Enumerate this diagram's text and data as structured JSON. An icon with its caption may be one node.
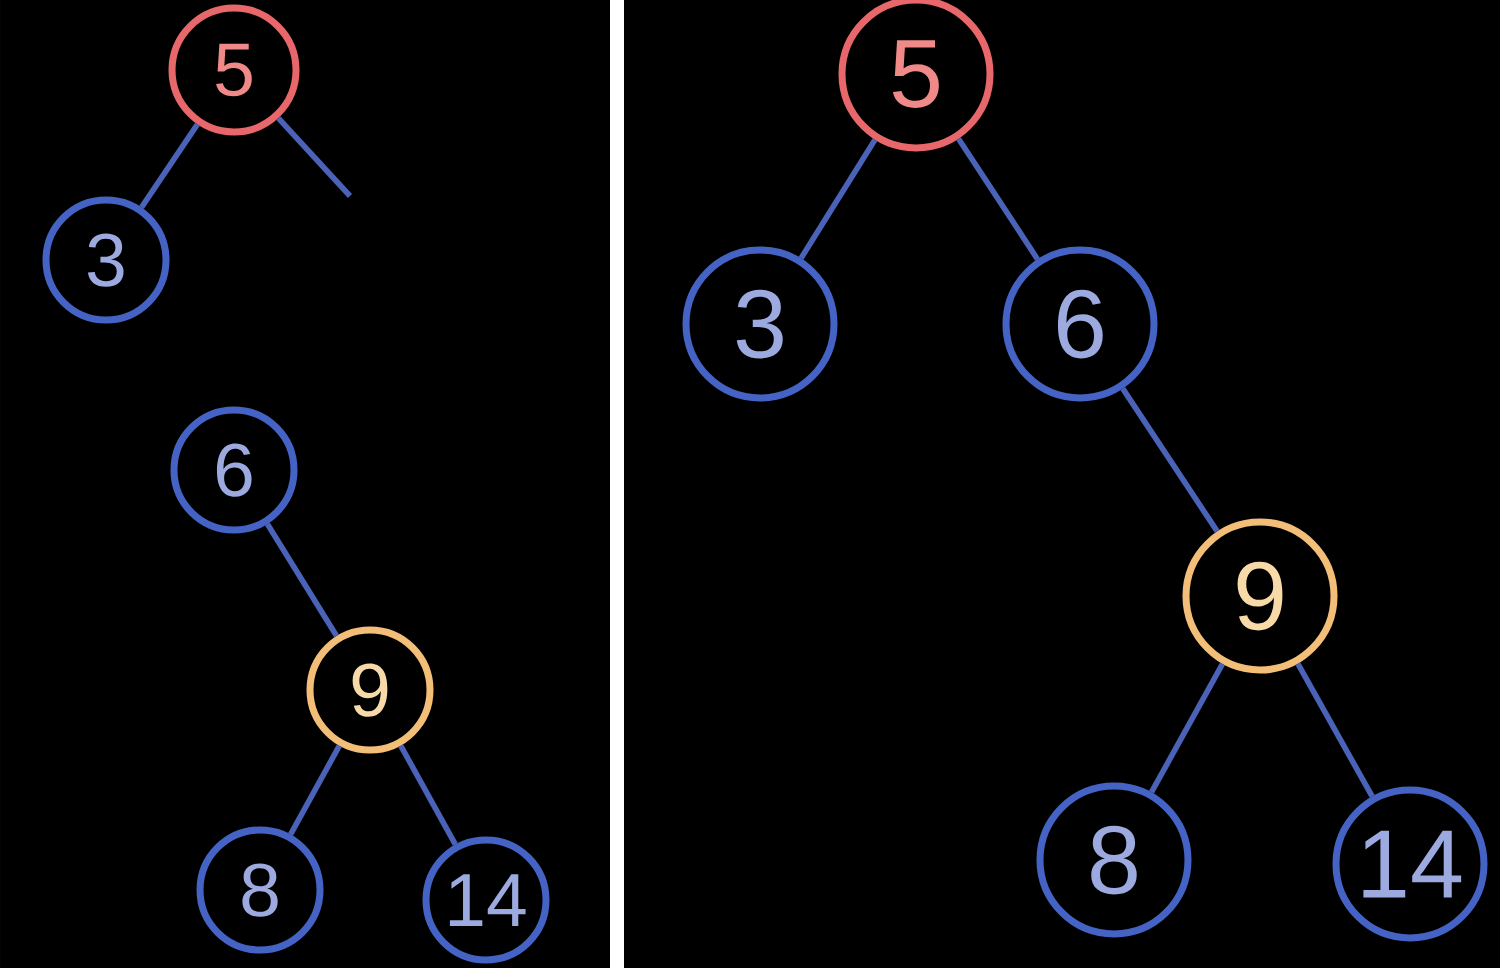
{
  "diagram": {
    "nodes": [
      {
        "text": [
          "5"
        ]
      },
      {
        "text": [
          "3"
        ]
      },
      {
        "text": [
          "6"
        ]
      },
      {
        "text": [
          "9"
        ]
      },
      {
        "text": [
          "8"
        ]
      },
      {
        "text": [
          "14"
        ]
      },
      {
        "text": [
          "5"
        ]
      },
      {
        "text": [
          "3"
        ]
      },
      {
        "text": [
          "6"
        ]
      },
      {
        "text": [
          "9"
        ]
      },
      {
        "text": [
          "8"
        ]
      },
      {
        "text": [
          "14"
        ]
      }
    ],
    "edges": [
      {
        "from": 0,
        "to": 1,
        "arrow": "none"
      },
      {
        "from": 0,
        "to": null,
        "arrow": "none"
      },
      {
        "from": 2,
        "to": 3,
        "arrow": "none"
      },
      {
        "from": 3,
        "to": 4,
        "arrow": "none"
      },
      {
        "from": 3,
        "to": 5,
        "arrow": "none"
      },
      {
        "from": 6,
        "to": 7,
        "arrow": "none"
      },
      {
        "from": 6,
        "to": 8,
        "arrow": "none"
      },
      {
        "from": 8,
        "to": 9,
        "arrow": "none"
      },
      {
        "from": 9,
        "to": 10,
        "arrow": "none"
      },
      {
        "from": 9,
        "to": 11,
        "arrow": "none"
      }
    ]
  }
}
